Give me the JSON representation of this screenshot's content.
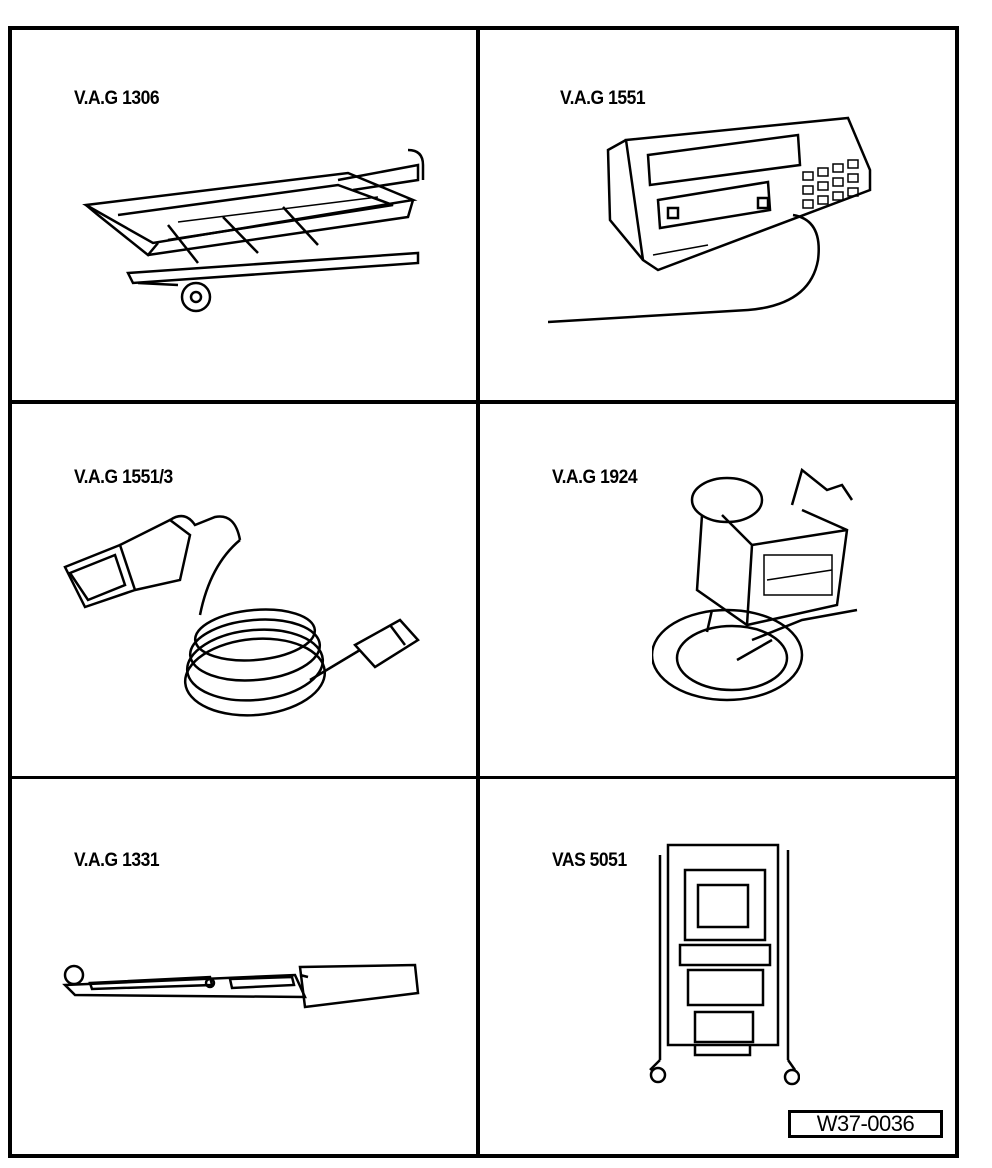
{
  "tools": [
    {
      "id": "vag-1306",
      "label": "V.A.G 1306",
      "icon": "drip-tray-icon"
    },
    {
      "id": "vag-1551",
      "label": "V.A.G 1551",
      "icon": "fault-reader-icon"
    },
    {
      "id": "vag-1551-3",
      "label": "V.A.G 1551/3",
      "icon": "adapter-cable-icon"
    },
    {
      "id": "vag-1924",
      "label": "V.A.G 1924",
      "icon": "bleeder-canister-icon"
    },
    {
      "id": "vag-1331",
      "label": "V.A.G 1331",
      "icon": "torque-wrench-icon"
    },
    {
      "id": "vas-5051",
      "label": "VAS 5051",
      "icon": "diagnostic-trolley-icon"
    }
  ],
  "figure_code": "W37-0036"
}
